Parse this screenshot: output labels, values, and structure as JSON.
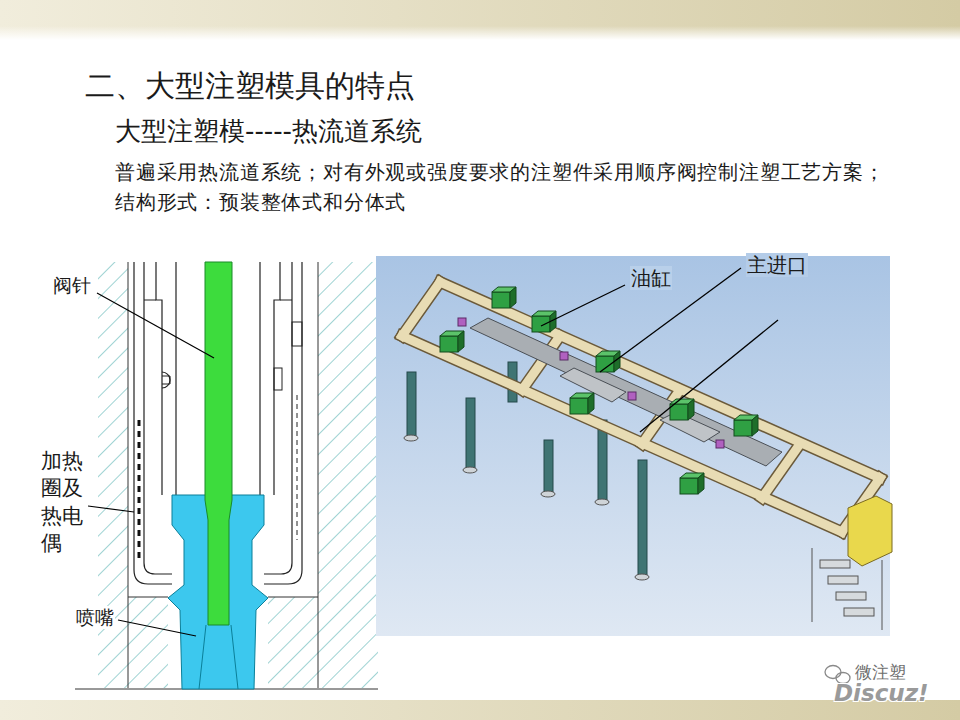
{
  "diagram": {
    "title": "二、大型注塑模具的特点",
    "labels": [
      "大型注塑模-----热流道系统",
      "普遍采用热流道系统；对有外观或强度要求的注塑件采用顺序阀控制注塑工艺方案；",
      "结构形式：预装整体式和分体式",
      "阀针",
      "加热圈及热电偶",
      "喷嘴",
      "油缸",
      "主进口",
      "微注塑",
      "Discuz!"
    ]
  }
}
